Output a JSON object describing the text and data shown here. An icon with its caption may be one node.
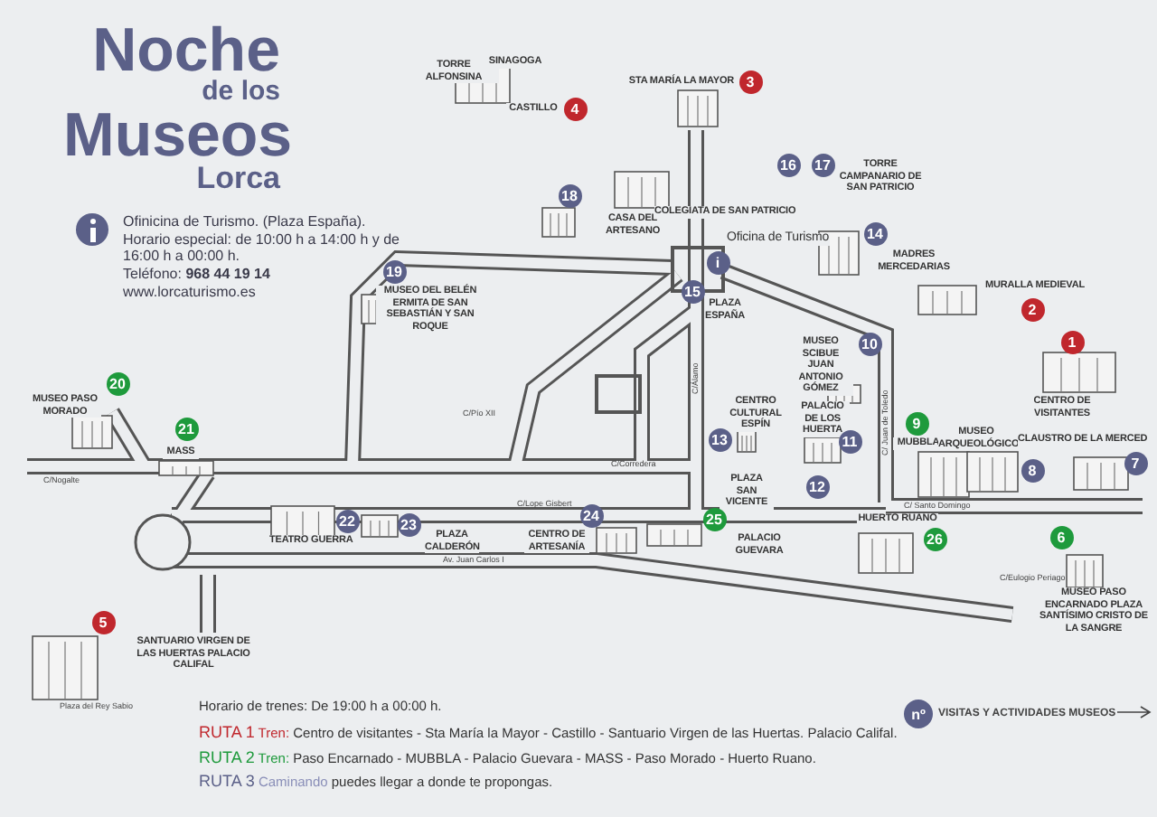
{
  "diagram": {
    "title": "Noche de los Museos Lorca",
    "labels": [
      "Ofinicina de Turismo. (Plaza España). Horario especial: de 10:00 h a 14:00 h y de 16:00 h a 00:00 h.",
      "Teléfono: **968 44 19 14**",
      "www.lorcaturismo.es",
      "TORRE ALFONSINA",
      "SINAGOGA",
      "CASTILLO",
      "4",
      "STA MARÍA LA MAYOR",
      "3",
      "18",
      "CASA DEL ARTESANO",
      "16",
      "17",
      "TORRE CAMPANARIO DE SAN PATRICIO",
      "COLEGIATA DE SAN PATRICIO",
      "Oficina de Turismo",
      "i",
      "15",
      "PLAZA ESPAÑA",
      "14",
      "MADRES MERCEDARIAS",
      "19",
      "MUSEO DEL BELÉN ERMITA DE SAN SEBASTIÁN Y SAN ROQUE",
      "MURALLA MEDIEVAL",
      "2",
      "1",
      "CENTRO DE VISITANTES",
      "10",
      "MUSEO SCIBUE JUAN ANTONIO GÓMEZ",
      "C/Álamo",
      "C/ Juan de Toledo",
      "CENTRO CULTURAL ESPÍN",
      "13",
      "PALACIO DE LOS HUERTA",
      "11",
      "9",
      "MUBBLA",
      "MUSEO ARQUEOLÓGICO",
      "8",
      "CLAUSTRO DE LA MERCED",
      "7",
      "20",
      "MUSEO PASO MORADO",
      "21",
      "MASS",
      "C/Nogalte",
      "C/Pío XII",
      "C/Corredera",
      "PLAZA SAN VICENTE",
      "12",
      "C/Lope Gisbert",
      "C/ Santo Domingo",
      "22",
      "23",
      "PLAZA CALDERÓN",
      "TEATRO GUERRA",
      "24",
      "CENTRO DE ARTESANÍA",
      "25",
      "PALACIO GUEVARA",
      "HUERTO RUANO",
      "26",
      "6",
      "Av. Juan Carlos I",
      "C/Eulogio Periago",
      "MUSEO PASO ENCARNADO PLAZA SANTÍSIMO CRISTO DE LA SANGRE",
      "5",
      "SANTUARIO VIRGEN DE LAS HUERTAS PALACIO CALIFAL",
      "Plaza del Rey Sabio",
      "Horario de trenes: De 19:00 h a 00:00 h.",
      "RUTA 1",
      "Tren:",
      "Centro de visitantes - Sta María la Mayor - Castillo - Santuario Virgen de las Huertas. Palacio Califal.",
      "RUTA 2",
      "Tren:",
      "Paso Encarnado - MUBBLA - Palacio Guevara - MASS - Paso Morado - Huerto Ruano.",
      "RUTA 3",
      "Caminando",
      "puedes llegar a donde te propongas.",
      "nº"
    ],
    "legend": [
      {
        "text": "VISITAS Y ACTIVIDADES MUSEOS",
        "color": "#5b6088"
      }
    ]
  }
}
